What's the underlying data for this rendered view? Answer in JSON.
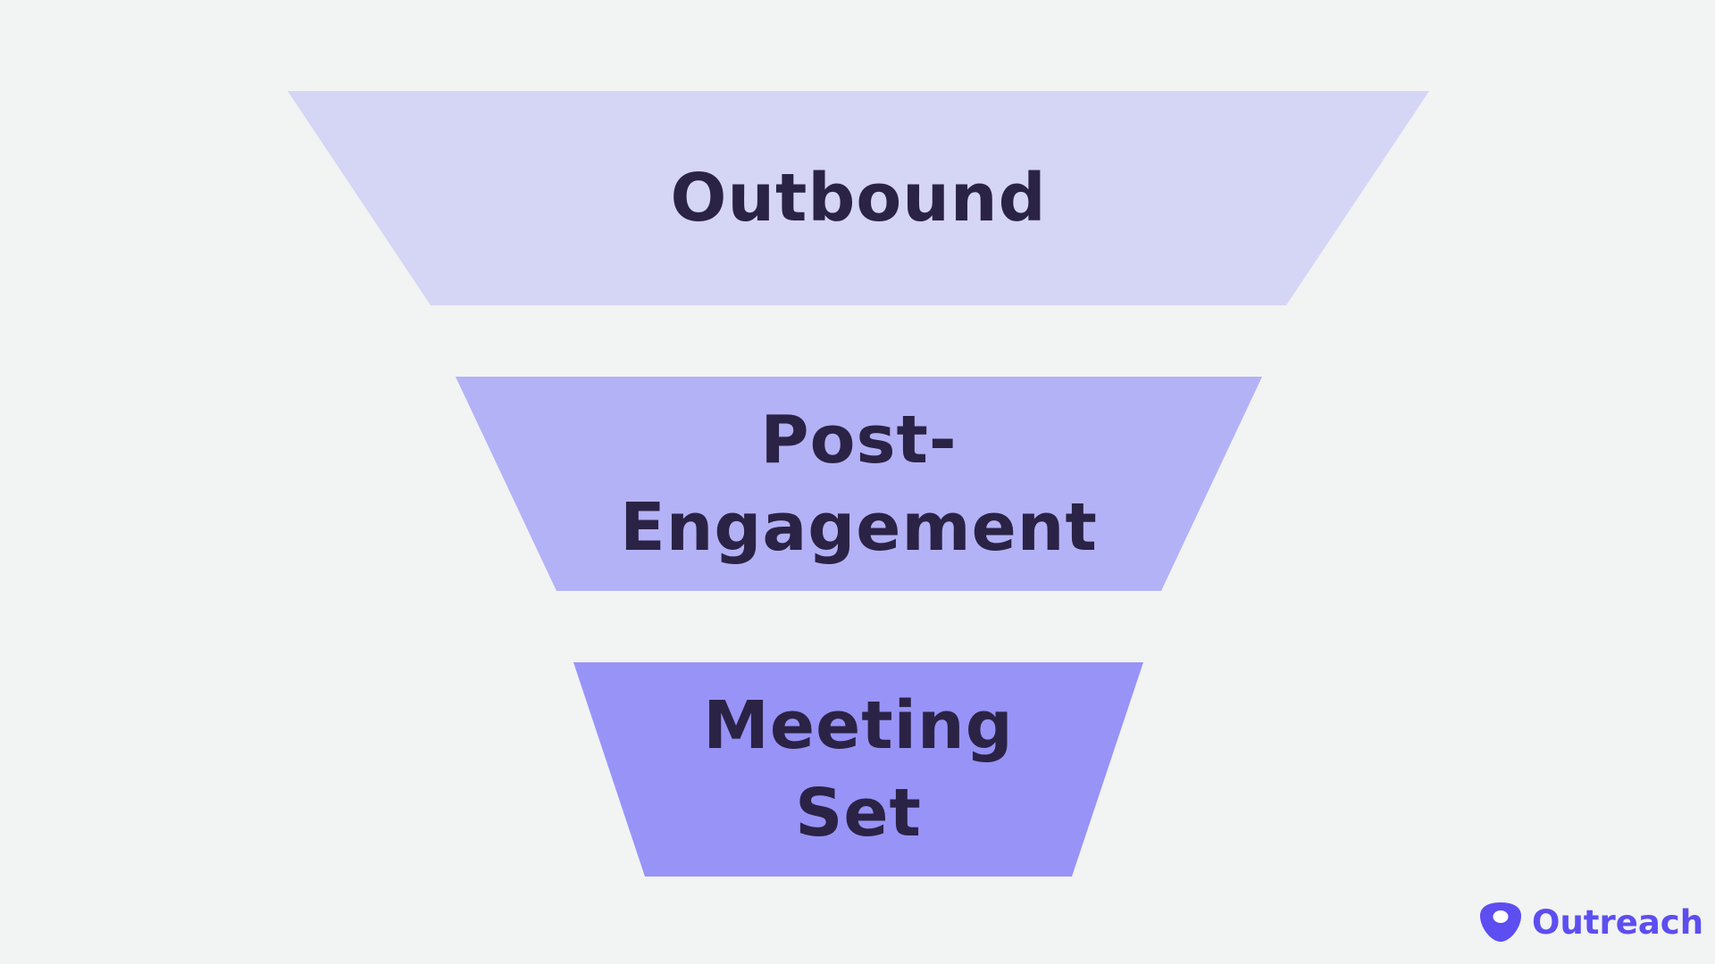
{
  "funnel": {
    "stages": [
      {
        "lines": [
          "Outbound"
        ],
        "color": "#d5d5f5"
      },
      {
        "lines": [
          "Post-",
          "Engagement"
        ],
        "color": "#b4b2f6"
      },
      {
        "lines": [
          "Meeting",
          "Set"
        ],
        "color": "#9893f7"
      }
    ]
  },
  "logo": {
    "text": "Outreach",
    "color": "#5c4ef0"
  },
  "text_color": "#2b2345",
  "background": "#f2f3f3"
}
